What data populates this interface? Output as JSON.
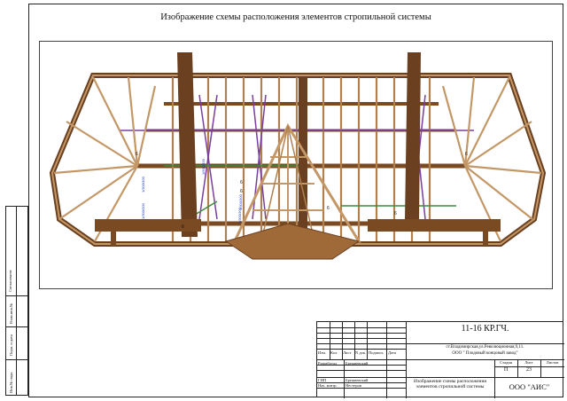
{
  "title": "Изображение схемы расположения элементов стропильной системы",
  "drawing": {
    "labels": [
      "6",
      "6",
      "6",
      "6",
      "6",
      "6",
      "6"
    ],
    "dimensions": [
      "1/300/300",
      "1/500/500",
      "1/300/300",
      "1/300/300",
      "1/300/300"
    ]
  },
  "side_strip": {
    "labels": [
      "Согласовано:",
      "Взам.инв.№",
      "Подп. и дата",
      "Инв.№ подл."
    ]
  },
  "stamp": {
    "code": "11-16 КР.ГЧ.",
    "address_line1": "ст.Владимирская,ул.Революционная,9,11.",
    "address_line2": "ООО \" Плодовый концовый завод\"",
    "header_cols": [
      "Изм.",
      "Кол.",
      "Лист",
      "N док.",
      "Подпись",
      "Дата"
    ],
    "roles": [
      {
        "role": "Разработал",
        "name": "Брежневский"
      },
      {
        "role": "ГИП",
        "name": "Брежневский"
      },
      {
        "role": "Нач. контр.",
        "name": "Нестеров"
      }
    ],
    "sheet_title": "Изображение схемы расположения элементов стропильной системы",
    "stage_label": "Стадия",
    "sheet_label": "Лист",
    "sheets_label": "Листов",
    "stage": "П",
    "sheet": "23",
    "sheets": "",
    "company": "ООО \"АИС\""
  },
  "colors": {
    "beam": "#8a5a30",
    "beam_dark": "#5a3618",
    "beam_light": "#c49766",
    "purple": "#7a3e9e",
    "green": "#3e8a3e",
    "blue": "#1a3cd0"
  }
}
